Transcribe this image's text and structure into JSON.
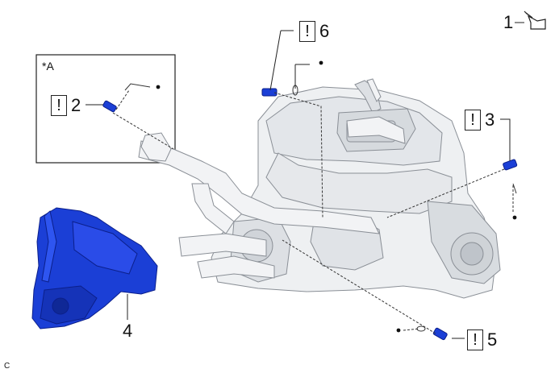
{
  "inset": {
    "label": "*A"
  },
  "figure_code": "C",
  "callouts": [
    {
      "id": "1",
      "number": "1",
      "warning": false,
      "icon": "lubricant-bottle-icon"
    },
    {
      "id": "2",
      "number": "2",
      "warning": true,
      "warning_mark": "!"
    },
    {
      "id": "3",
      "number": "3",
      "warning": true,
      "warning_mark": "!"
    },
    {
      "id": "4",
      "number": "4",
      "warning": false
    },
    {
      "id": "5",
      "number": "5",
      "warning": true,
      "warning_mark": "!"
    },
    {
      "id": "6",
      "number": "6",
      "warning": true,
      "warning_mark": "!"
    }
  ],
  "colors": {
    "highlight_part": "#1b3fd6",
    "engine_fill": "#eef0f2",
    "engine_stroke": "#8a8f96",
    "line": "#222222"
  }
}
